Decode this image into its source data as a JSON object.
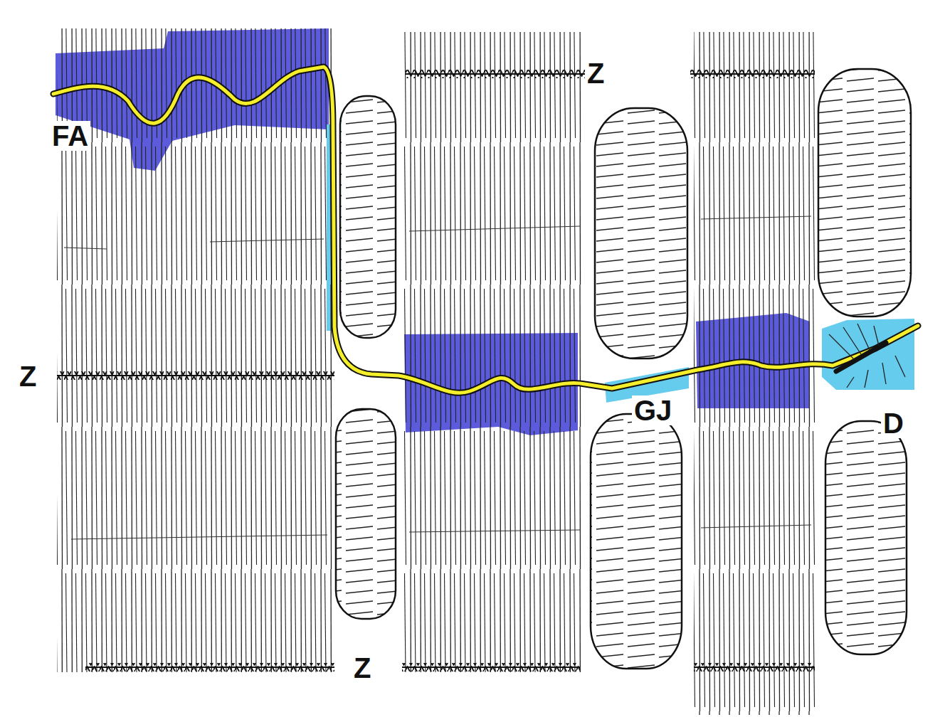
{
  "diagram": {
    "labels": [
      "Z",
      "FA",
      "Z",
      "GJ",
      "D",
      "Z"
    ]
  }
}
